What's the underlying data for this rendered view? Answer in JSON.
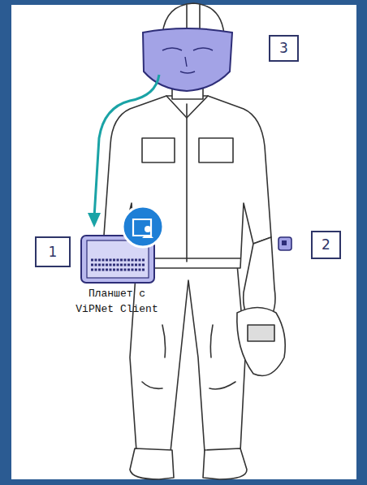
{
  "diagram": {
    "nodes": [
      {
        "text": [
          "3"
        ]
      },
      {
        "text": [
          "1"
        ]
      },
      {
        "text": [
          "Планшет с ViPNet Client"
        ]
      },
      {
        "text": [
          "2"
        ]
      }
    ]
  }
}
